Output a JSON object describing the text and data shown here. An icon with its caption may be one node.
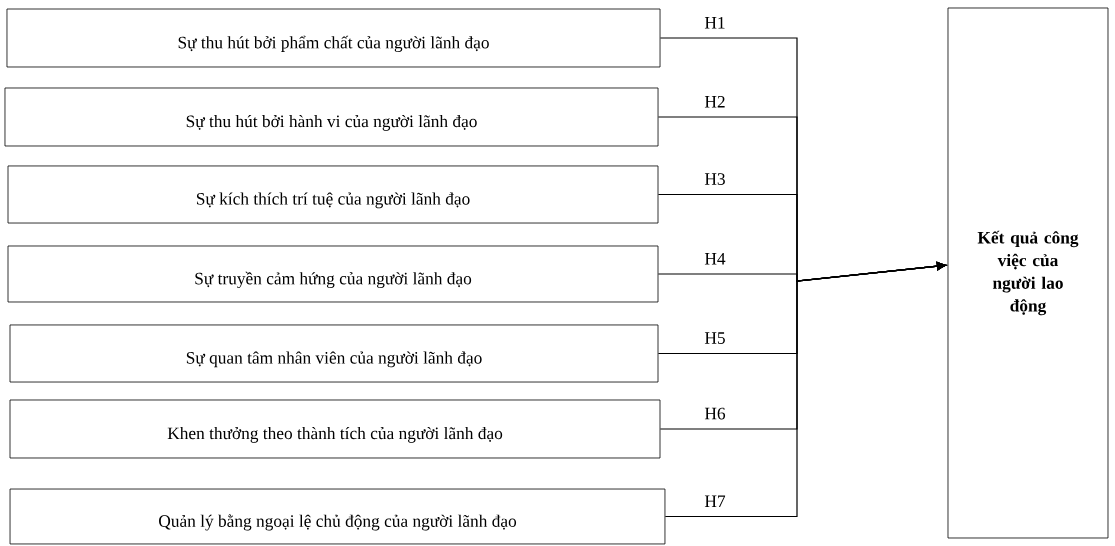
{
  "diagram": {
    "nodes": [
      {
        "text": [
          "Sự thu hút bởi phẩm chất của người lãnh đạo"
        ]
      },
      {
        "text": [
          "Sự thu hút bởi hành vi của người lãnh đạo"
        ]
      },
      {
        "text": [
          "Sự kích thích trí tuệ của người lãnh đạo"
        ]
      },
      {
        "text": [
          "Sự truyền cảm hứng của người lãnh đạo"
        ]
      },
      {
        "text": [
          "Sự quan tâm nhân viên của người lãnh đạo"
        ]
      },
      {
        "text": [
          "Khen thưởng theo thành tích của người lãnh đạo"
        ]
      },
      {
        "text": [
          "Quản lý bằng ngoại lệ chủ động của người lãnh đạo"
        ]
      },
      {
        "text": [
          "Kết quả công việc của người lao động"
        ]
      }
    ],
    "edges": [
      {
        "from": 0,
        "to": 7,
        "arrow": "to",
        "label": "H1"
      },
      {
        "from": 1,
        "to": 7,
        "arrow": "to",
        "label": "H2"
      },
      {
        "from": 2,
        "to": 7,
        "arrow": "to",
        "label": "H3"
      },
      {
        "from": 3,
        "to": 7,
        "arrow": "to",
        "label": "H4"
      },
      {
        "from": 4,
        "to": 7,
        "arrow": "to",
        "label": "H5"
      },
      {
        "from": 5,
        "to": 7,
        "arrow": "to",
        "label": "H6"
      },
      {
        "from": 6,
        "to": 7,
        "arrow": "to",
        "label": "H7"
      }
    ]
  }
}
